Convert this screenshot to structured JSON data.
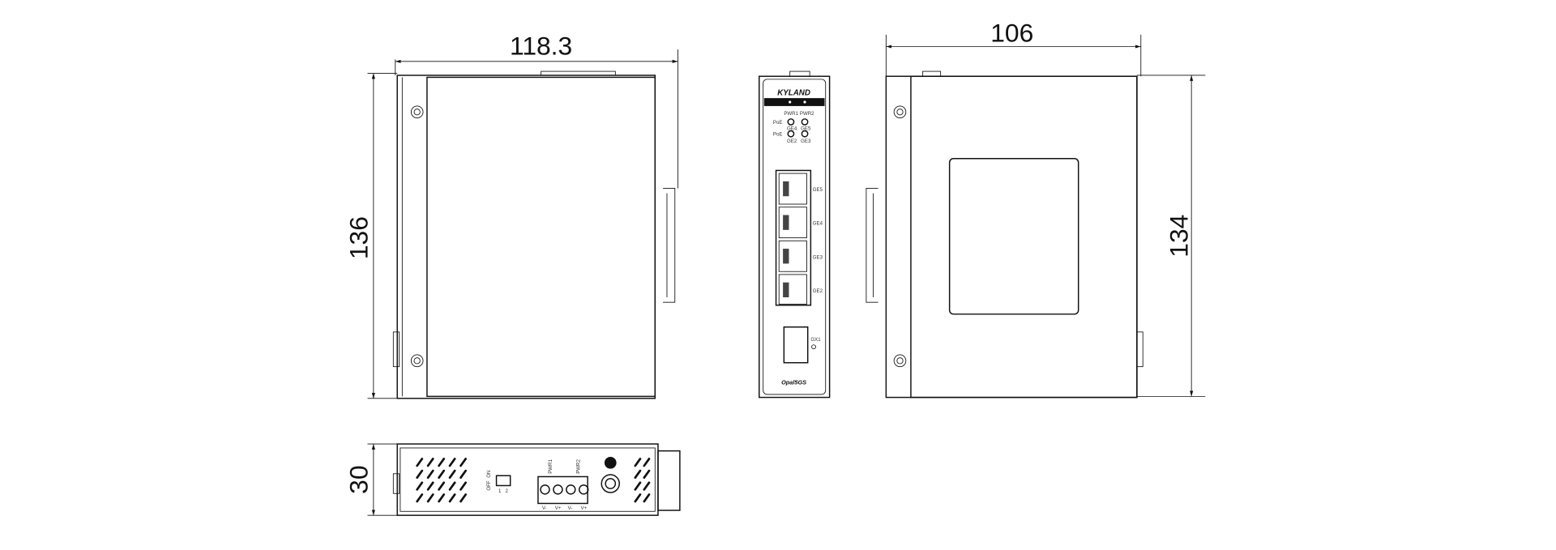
{
  "dimensions": {
    "side_width": "118.3",
    "side_height": "136",
    "depth": "106",
    "rear_height": "134",
    "bottom_thickness": "30"
  },
  "front_panel": {
    "brand": "KYLAND",
    "led_labels": [
      "PWR1",
      "PWR2",
      "PoE",
      "GE4",
      "GE5",
      "PoE",
      "GE2",
      "GE3"
    ],
    "port_labels": [
      "GE5",
      "GE4",
      "GE3",
      "GE2"
    ],
    "sfp_label": "GX1",
    "model": "Opal5GS"
  },
  "bottom_panel": {
    "dip_labels": [
      "ON",
      "OFF",
      "1",
      "2"
    ],
    "power_labels": [
      "PWR1",
      "PWR2"
    ],
    "terminal_labels": [
      "V-",
      "V+",
      "V-",
      "V+"
    ]
  }
}
